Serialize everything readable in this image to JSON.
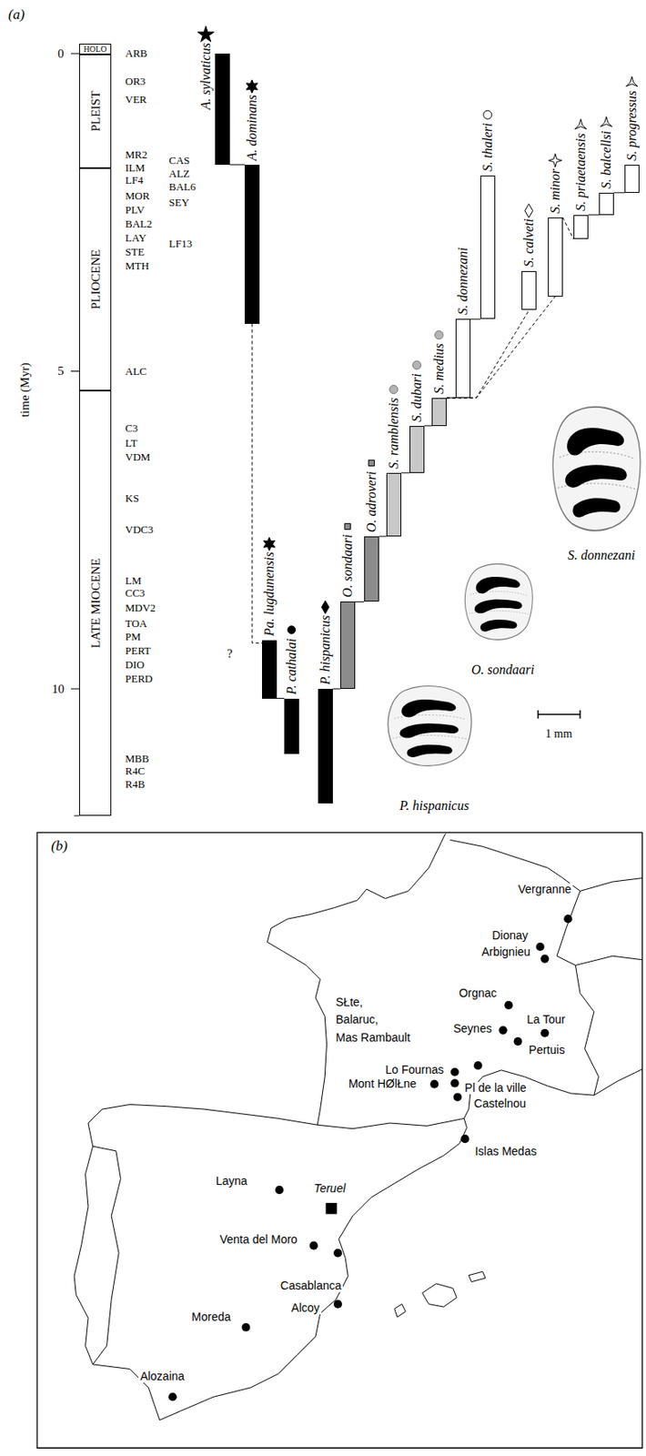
{
  "diagram": {
    "nodes": [
      {
        "text": [
          "HOLO"
        ]
      },
      {
        "text": [
          "PLEIST"
        ]
      },
      {
        "text": [
          "PLIOCENE"
        ]
      },
      {
        "text": [
          "LATE MIOCENE"
        ]
      },
      {
        "text": [
          "A. sylvaticus"
        ]
      },
      {
        "text": [
          "A. dominans"
        ]
      },
      {
        "text": [
          "Pa. lugdunensis"
        ]
      },
      {
        "text": [
          "P. cathalai"
        ]
      },
      {
        "text": [
          "P. hispanicus"
        ]
      },
      {
        "text": [
          "O. sondaari"
        ]
      },
      {
        "text": [
          "O. adroveri"
        ]
      },
      {
        "text": [
          "S. ramblensis"
        ]
      },
      {
        "text": [
          "S. dubari"
        ]
      },
      {
        "text": [
          "S. medius"
        ]
      },
      {
        "text": [
          "S. donnezani"
        ]
      },
      {
        "text": [
          "S. thaleri"
        ]
      },
      {
        "text": [
          "S. calveti"
        ]
      },
      {
        "text": [
          "S. minor"
        ]
      },
      {
        "text": [
          "S. priaetaensis"
        ]
      },
      {
        "text": [
          "S. balcellsi"
        ]
      },
      {
        "text": [
          "S. progressus"
        ]
      }
    ],
    "edges": [
      {
        "from": 5,
        "to": 4,
        "arrow": "none"
      },
      {
        "from": 5,
        "to": 6,
        "arrow": "none"
      },
      {
        "from": 7,
        "to": 6,
        "arrow": "none"
      },
      {
        "from": 8,
        "to": 9,
        "arrow": "none"
      },
      {
        "from": 9,
        "to": 10,
        "arrow": "none"
      },
      {
        "from": 10,
        "to": 11,
        "arrow": "none"
      },
      {
        "from": 11,
        "to": 12,
        "arrow": "none"
      },
      {
        "from": 12,
        "to": 13,
        "arrow": "none"
      },
      {
        "from": 13,
        "to": 14,
        "arrow": "none"
      },
      {
        "from": 14,
        "to": 15,
        "arrow": "none"
      },
      {
        "from": 13,
        "to": 16,
        "arrow": "none"
      },
      {
        "from": 13,
        "to": 17,
        "arrow": "none"
      },
      {
        "from": 17,
        "to": 18,
        "arrow": "none"
      },
      {
        "from": 18,
        "to": 19,
        "arrow": "none"
      },
      {
        "from": 19,
        "to": 20,
        "arrow": "none"
      }
    ],
    "labels": [
      "(a)",
      "0",
      "5",
      "10",
      "time (Myr)",
      "ARB",
      "OR3",
      "VER",
      "MR2",
      "CAS",
      "ILM",
      "ALZ",
      "LF4",
      "BAL6",
      "MOR",
      "SEY",
      "PLV",
      "BAL2",
      "LAY",
      "LF13",
      "STE",
      "MTH",
      "ALC",
      "C3",
      "LT",
      "VDM",
      "KS",
      "VDC3",
      "LM",
      "CC3",
      "MDV2",
      "TOA",
      "PM",
      "PERT",
      "DIO",
      "PERD",
      "MBB",
      "R4C",
      "R4B",
      "?",
      "P. hispanicus",
      "O. sondaari",
      "S. donnezani",
      "1 mm",
      "(b)",
      "Vergranne",
      "Dionay",
      "Arbignieu",
      "Orgnac",
      "Seynes",
      "La Tour",
      "Pertuis",
      "SŁte,",
      "Balaruc,",
      "Mas Rambault",
      "Lo Fournas",
      "Mont HØlŁne",
      "Pl de la ville",
      "Castelnou",
      "Islas Medas",
      "Layna",
      "Teruel",
      "Venta del Moro",
      "Casablanca",
      "Alcoy",
      "Moreda",
      "Alozaina"
    ]
  }
}
